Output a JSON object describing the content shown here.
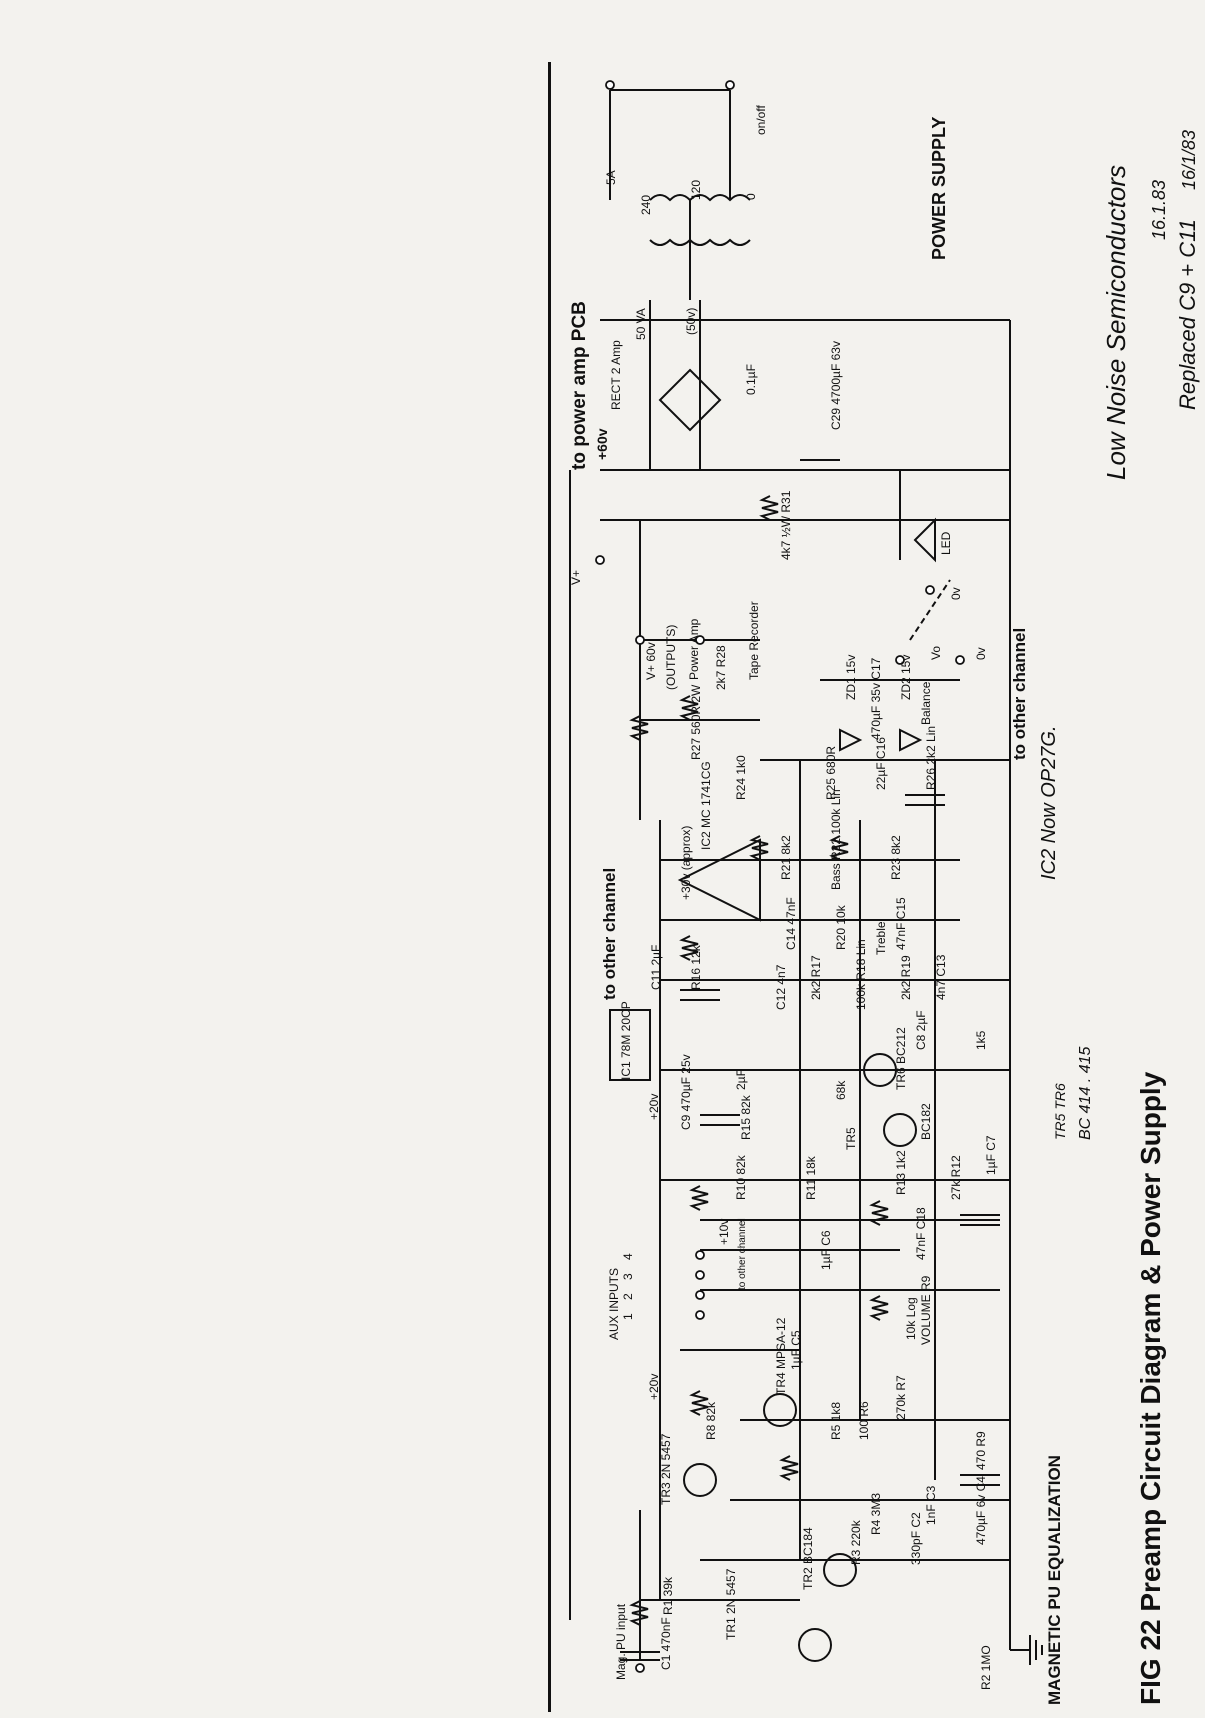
{
  "figure": {
    "title": "FIG 22  Preamp Circuit Diagram & Power Supply",
    "section_equalization": "MAGNETIC PU EQUALIZATION",
    "section_power_supply": "POWER SUPPLY"
  },
  "handwritten": {
    "note1": "Low Noise Semiconductors",
    "note2": "16.1.83",
    "note3": "Replaced C9 + C11",
    "note4": "16/1/83",
    "note5": "IC2 Now OP27G.",
    "note6": "BC 414 . 415",
    "note7": "TR5 TR6"
  },
  "labels": {
    "mag_pu_input": "Mag. PU input",
    "aux_inputs": "AUX INPUTS",
    "aux_1": "1",
    "aux_2": "2",
    "aux_3": "3",
    "aux_4": "4",
    "to_other_channel_1": "to other channel",
    "to_other_channel_small": "to other channel",
    "to_other_channel_bottom": "to other channel",
    "to_power_amp_pcb": "to power amp PCB",
    "outputs": "(OUTPUTS)",
    "out_power_amp": "Power Amp",
    "out_tape_recorder": "Tape Recorder",
    "vplus_60v": "V+ 60v",
    "plus_60v": "+60v",
    "plus_30v": "+30v (approx)",
    "plus_20v_a": "+20v",
    "plus_20v_b": "+20v",
    "plus_10v": "+10v",
    "vplus": "V+",
    "vo": "Vo",
    "zero_v_a": "0v",
    "zero_v_b": "0v",
    "balance": "Balance",
    "on_off": "on/off",
    "volume": "VOLUME R9"
  },
  "components": {
    "C1": "C1 470nF",
    "R1": "R1 39k",
    "TR1": "TR1 2N 5457",
    "R2": "R2 1MO",
    "TR2": "TR2 BC184",
    "R3": "R3 220k",
    "R4": "R4 3M3",
    "C2": "330pF C2",
    "C3": "1nF C3",
    "C4": "470µF 6v C4",
    "TR3": "TR3 2N 5457",
    "R8": "R8 82k",
    "TR4": "TR4 MPSA-12",
    "C5": "1µF C5",
    "R5": "R5 1k8",
    "R6": "100 R6",
    "R7": "270k R7",
    "R9e": "470 R9",
    "C6": "1µF C6",
    "R9": "10k Log",
    "C18": "47nF C18",
    "R10": "R10 82k",
    "R11": "R11 18k",
    "R12": "27k R12",
    "R13": "R13 1k2",
    "C7": "1µF C7",
    "TR5": "TR5",
    "BC182": "BC182",
    "R14": "68k",
    "TR6": "TR6 BC212",
    "C8": "C8 2µF",
    "R15": "R15 82k",
    "C9": "C9 470µF 25v",
    "C10": "2µF",
    "IC1": "IC1 78M 20CP",
    "C11": "C11 2µF",
    "R16": "R16 12k",
    "C12": "C12 4n7",
    "R17": "2k2 R17",
    "R18": "100k R18 Lin",
    "R19": "2k2 R19",
    "C13": "4n7 C13",
    "R1k5": "1k5",
    "C14": "C14 47nF",
    "R20": "R20 10k",
    "Treble": "Treble",
    "C15": "47nF C15",
    "R21": "R21 8k2",
    "R22": "Bass R22 100k Lin",
    "R23": "R23 8k2",
    "R24": "R24 1k0",
    "IC2": "IC2 MC 1741CG",
    "R25": "R25 680R",
    "C16": "22µF C16",
    "C17": "470µF 35v C17",
    "R26": "R26 2k2 Lin",
    "ZD1": "ZD1 15v",
    "ZD2": "ZD2 15v",
    "R27": "R27 560R 2W",
    "R28": "2k7 R28",
    "R31": "4k7 ½W R31",
    "LED": "LED",
    "C29": "C29 4700µF 63v",
    "RECT": "RECT 2 Amp",
    "XFMR": "50 VA",
    "cap01": "0.1µF",
    "v50": "(50v)",
    "fuse": "5A",
    "tap240": "240",
    "tap120": "120",
    "tap0": "0"
  }
}
